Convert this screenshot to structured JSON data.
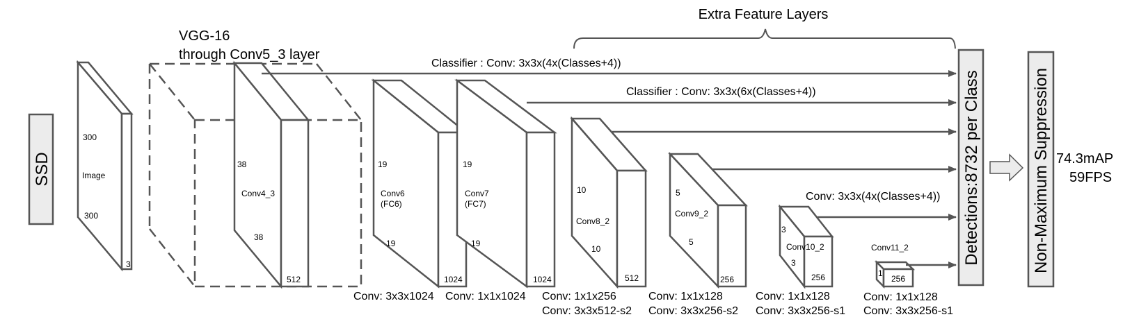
{
  "title": "SSD",
  "colors": {
    "line": "#555555",
    "box_fill": "#ececec",
    "text": "#000000"
  },
  "backbone": {
    "label_line1": "VGG-16",
    "label_line2": "through Conv5_3 layer"
  },
  "extra_layers_label": "Extra Feature Layers",
  "layers": [
    {
      "id": "image",
      "name": "Image",
      "dim_top": "300",
      "dim_bottom": "300",
      "depth": "3"
    },
    {
      "id": "conv4_3",
      "name": "Conv4_3",
      "dim_top": "38",
      "dim_bottom": "38",
      "depth": "512"
    },
    {
      "id": "conv6",
      "name": "Conv6\n(FC6)",
      "name_line1": "Conv6",
      "name_line2": "(FC6)",
      "dim_top": "19",
      "dim_bottom": "19",
      "depth": "1024",
      "op1": "Conv: 3x3x1024"
    },
    {
      "id": "conv7",
      "name_line1": "Conv7",
      "name_line2": "(FC7)",
      "dim_top": "19",
      "dim_bottom": "19",
      "depth": "1024",
      "op1": "Conv: 1x1x1024"
    },
    {
      "id": "conv8_2",
      "name": "Conv8_2",
      "dim_top": "10",
      "dim_bottom": "10",
      "depth": "512",
      "op1": "Conv:  1x1x256",
      "op2": "Conv:  3x3x512-s2"
    },
    {
      "id": "conv9_2",
      "name": "Conv9_2",
      "dim_top": "5",
      "dim_bottom": "5",
      "depth": "256",
      "op1": "Conv: 1x1x128",
      "op2": "Conv: 3x3x256-s2"
    },
    {
      "id": "conv10_2",
      "name": "Conv10_2",
      "dim_top": "3",
      "dim_bottom": "3",
      "depth": "256",
      "op1": "Conv: 1x1x128",
      "op2": "Conv: 3x3x256-s1"
    },
    {
      "id": "conv11_2",
      "name": "Conv11_2",
      "dim_top": "1",
      "depth": "256",
      "op1": "Conv: 1x1x128",
      "op2": "Conv: 3x3x256-s1"
    }
  ],
  "classifiers": [
    {
      "label": "Classifier : Conv: 3x3x(4x(Classes+4))"
    },
    {
      "label": "Classifier : Conv: 3x3x(6x(Classes+4))"
    },
    {
      "label": "Conv: 3x3x(4x(Classes+4))"
    }
  ],
  "detections_label": "Detections:8732  per Class",
  "nms_label": "Non-Maximum Suppression",
  "results": {
    "map": "74.3mAP",
    "fps": "59FPS"
  }
}
